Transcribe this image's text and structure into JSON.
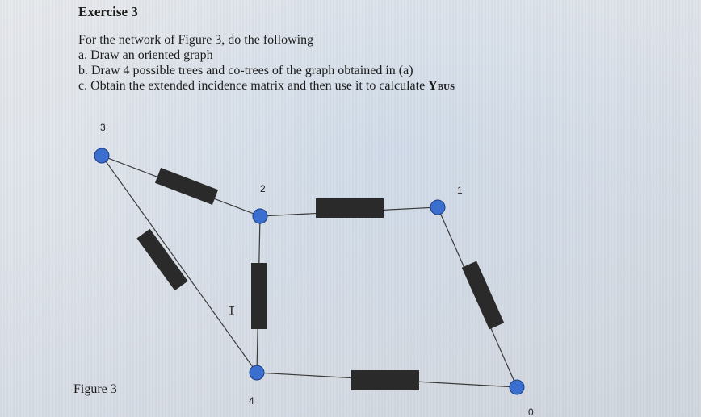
{
  "exercise": {
    "title": "Exercise 3",
    "intro": "For the network of Figure 3, do the following",
    "items": [
      "a. Draw an oriented graph",
      "b. Draw 4 possible trees and co-trees of the graph obtained in (a)",
      "c. Obtain the extended incidence matrix and then use it to calculate "
    ],
    "ybus_main": "Y",
    "ybus_sub": "BUS"
  },
  "figure": {
    "caption": "Figure 3",
    "nodes": [
      "3",
      "2",
      "1",
      "4",
      "0"
    ],
    "node_color": "#3a6fd0",
    "element_color": "#2a2a2a"
  },
  "cursor_glyph": "I"
}
